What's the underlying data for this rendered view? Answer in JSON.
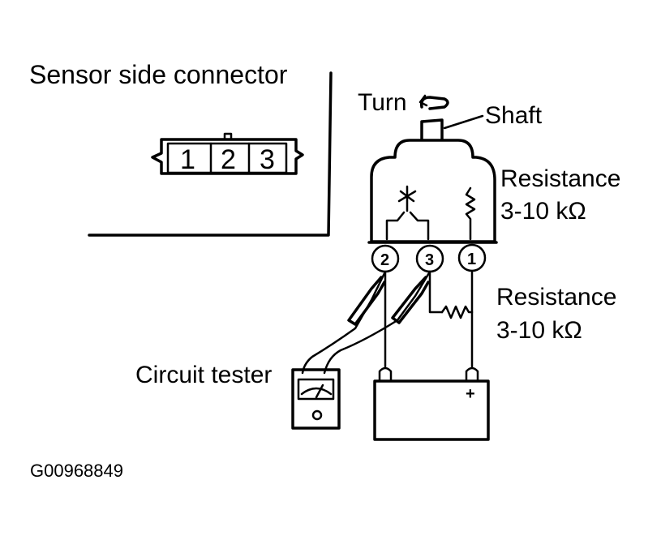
{
  "labels": {
    "sensor_side_connector": "Sensor side connector",
    "turn": "Turn",
    "shaft": "Shaft",
    "resistance_top_1": "Resistance",
    "resistance_top_2": "3-10 kΩ",
    "resistance_mid_1": "Resistance",
    "resistance_mid_2": "3-10 kΩ",
    "circuit_tester": "Circuit tester",
    "figure_id": "G00968849"
  },
  "connector_pins": [
    "1",
    "2",
    "3"
  ],
  "sensor_terminals": [
    "2",
    "3",
    "1"
  ],
  "battery_plus": "+"
}
